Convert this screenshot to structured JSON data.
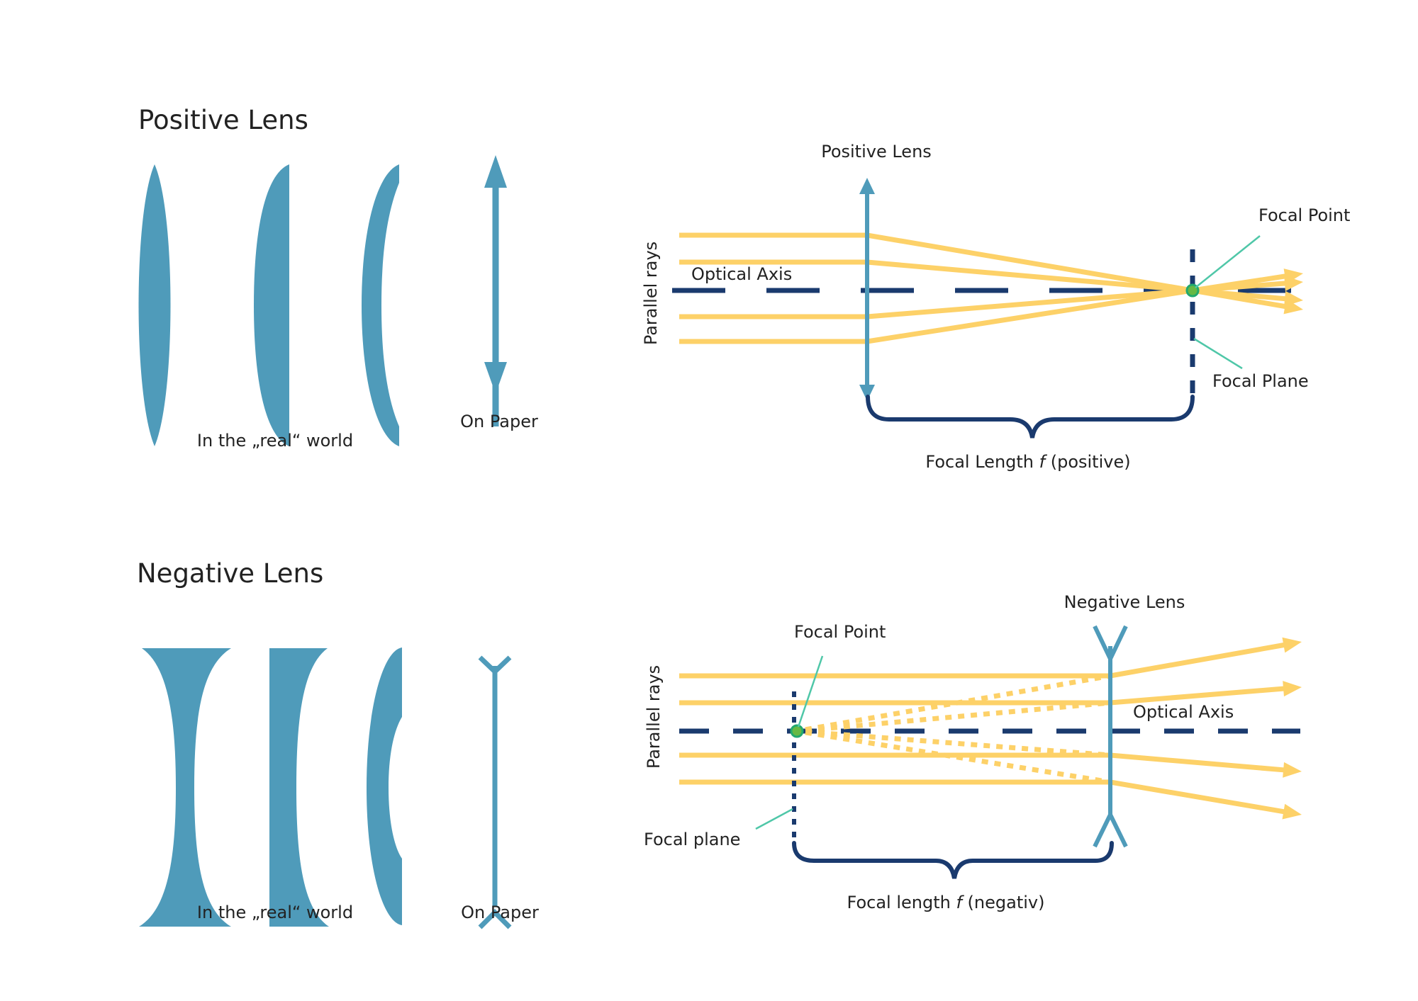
{
  "colors": {
    "lens": "#4f9bba",
    "ray": "#fdd168",
    "axis": "#1a3a6e",
    "leader": "#4fc7a8",
    "focal_point_fill": "#66b944",
    "focal_point_ring": "#22a86e",
    "text": "#222222"
  },
  "positive": {
    "title": "Positive Lens",
    "real_world_label": "In the „real“ world",
    "on_paper_label": "On Paper",
    "diagram": {
      "lens_label": "Positive Lens",
      "parallel_rays_label": "Parallel rays",
      "optical_axis_label": "Optical Axis",
      "focal_point_label": "Focal Point",
      "focal_plane_label": "Focal Plane",
      "focal_length_label_prefix": "Focal Length ",
      "focal_length_symbol": "f",
      "focal_length_label_suffix": " (positive)",
      "ray_count": 4
    }
  },
  "negative": {
    "title": "Negative Lens",
    "real_world_label": "In the „real“ world",
    "on_paper_label": "On Paper",
    "diagram": {
      "lens_label": "Negative Lens",
      "parallel_rays_label": "Parallel rays",
      "optical_axis_label": "Optical Axis",
      "focal_point_label": "Focal Point",
      "focal_plane_label": "Focal plane",
      "focal_length_label_prefix": "Focal length ",
      "focal_length_symbol": "f",
      "focal_length_label_suffix": " (negativ)",
      "ray_count": 4
    }
  }
}
